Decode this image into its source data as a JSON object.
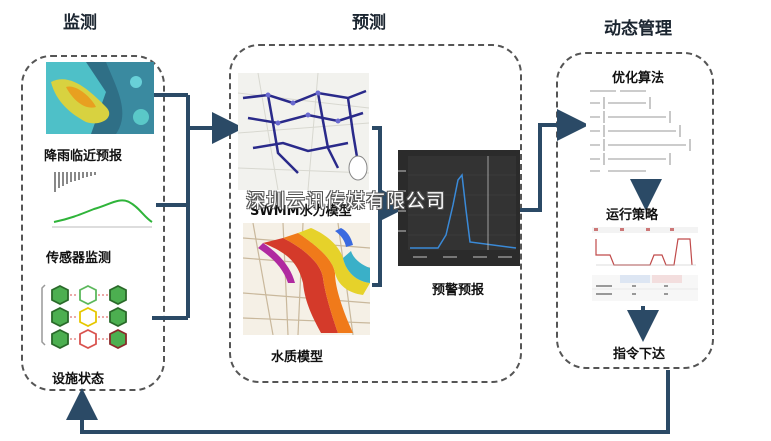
{
  "sections": {
    "monitor": "监测",
    "forecast": "预测",
    "management": "动态管理"
  },
  "monitor_items": {
    "rain": "降雨临近预报",
    "sensor": "传感器监测",
    "facility": "设施状态"
  },
  "forecast_items": {
    "swmm": "SWMM水力模型",
    "water_quality": "水质模型",
    "warning": "预警预报"
  },
  "management_items": {
    "optimize": "优化算法",
    "strategy": "运行策略",
    "command": "指令下达"
  },
  "watermark": "深圳云讯传媒有限公司",
  "colors": {
    "arrow": "#2b4a66",
    "panel_border": "#555555"
  }
}
